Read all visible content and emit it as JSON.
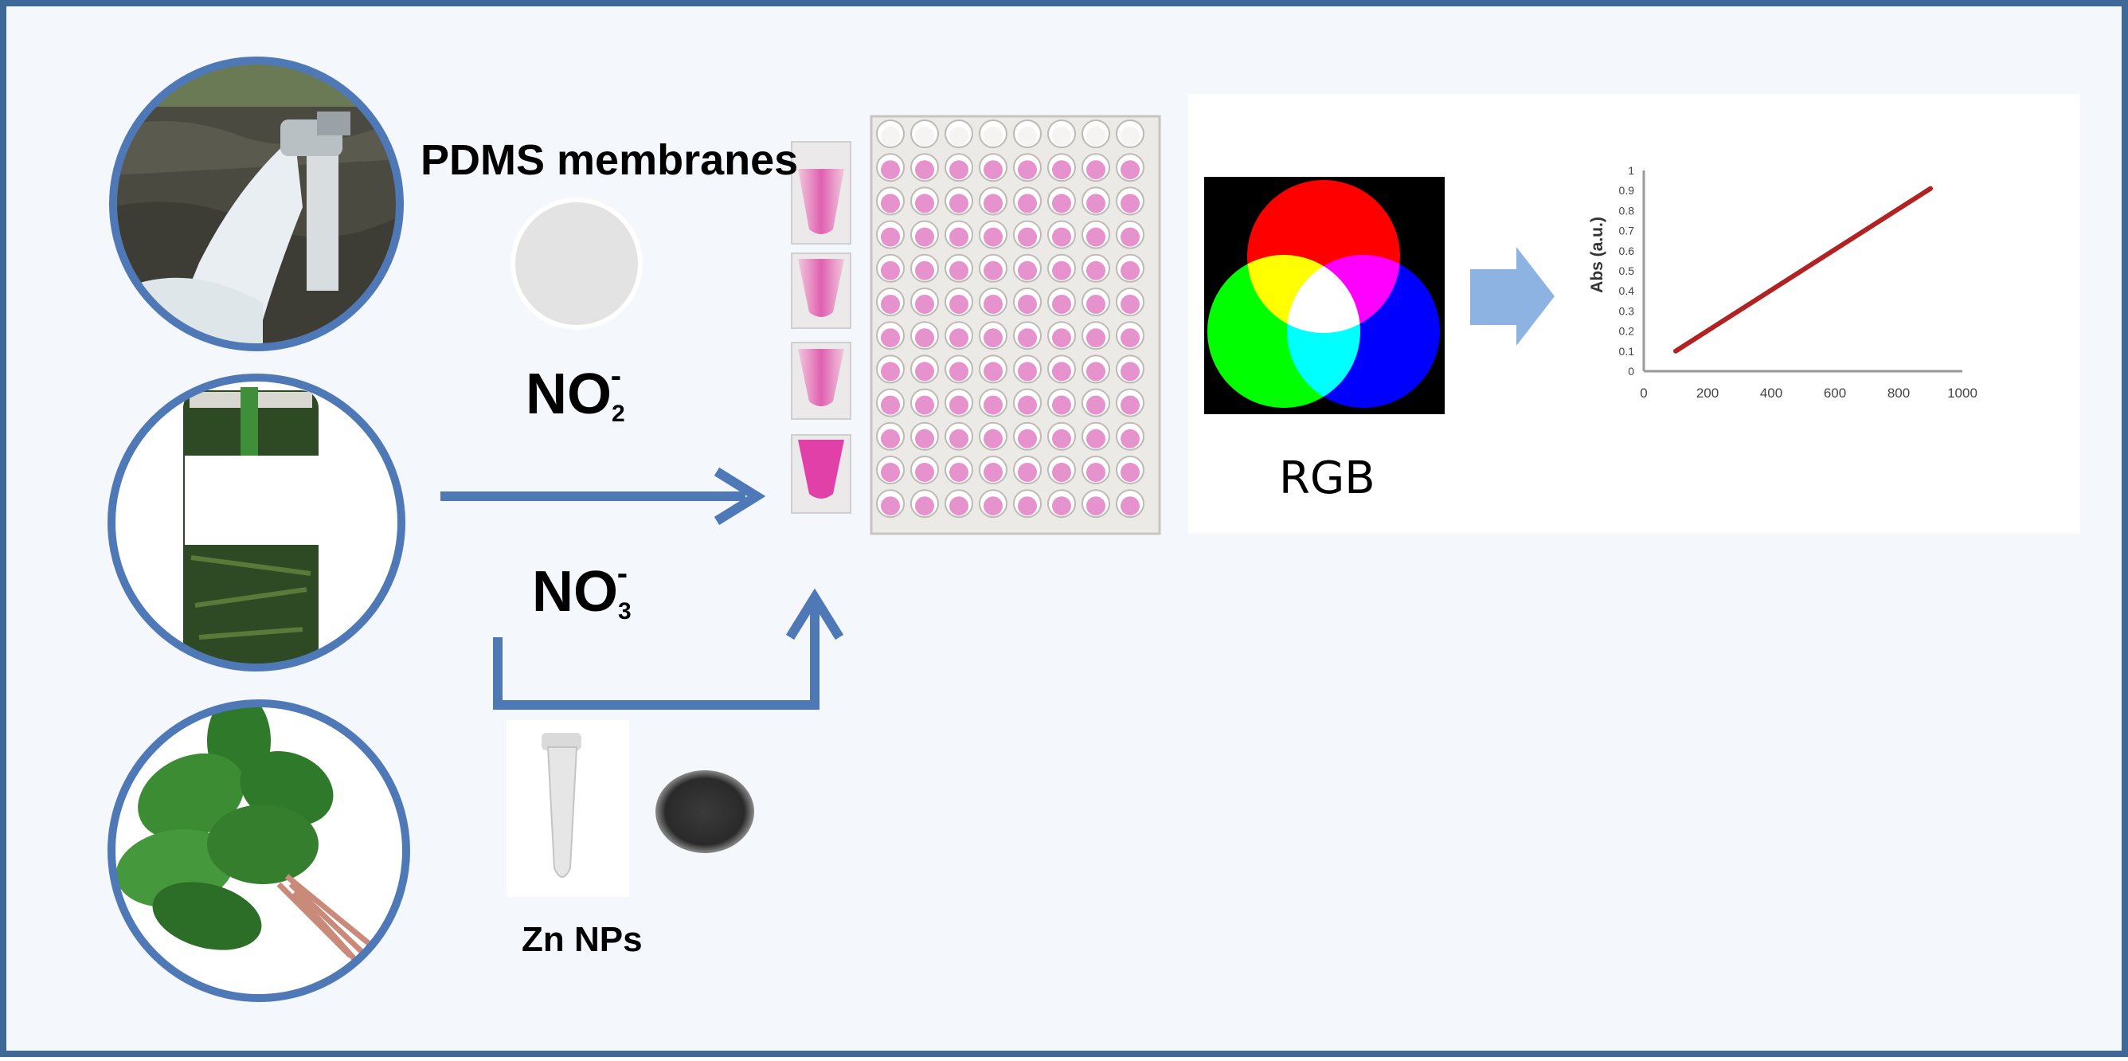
{
  "labels": {
    "pdms": "PDMS membranes",
    "no2": {
      "base": "NO",
      "sub": "2",
      "sup": "-"
    },
    "no3": {
      "base": "NO",
      "sub": "3",
      "sup": "-"
    },
    "zn": "Zn NPs",
    "rgb": "RGB"
  },
  "samples": [
    "water-pipe-image",
    "pickled-jar-image",
    "spinach-image"
  ],
  "plate": {
    "rows": 12,
    "cols": 8
  },
  "colors": {
    "frame": "#3e6898",
    "background": "#f4f7fb",
    "circle_border": "#4e79b6",
    "arrow": "#4e79b6",
    "big_arrow": "#8db3e2",
    "pink": "#e27fc4",
    "calibration_line": "#b22222"
  },
  "chart_data": {
    "type": "line",
    "ylabel": "Abs (a.u.)",
    "xlabel": "",
    "x_ticks": [
      0,
      200,
      400,
      600,
      800,
      1000
    ],
    "y_ticks": [
      0,
      0.1,
      0.2,
      0.3,
      0.4,
      0.5,
      0.6,
      0.7,
      0.8,
      0.9,
      1
    ],
    "xlim": [
      0,
      1000
    ],
    "ylim": [
      0,
      1
    ],
    "series": [
      {
        "x": [
          100,
          900
        ],
        "y": [
          0.1,
          0.91
        ]
      }
    ]
  }
}
